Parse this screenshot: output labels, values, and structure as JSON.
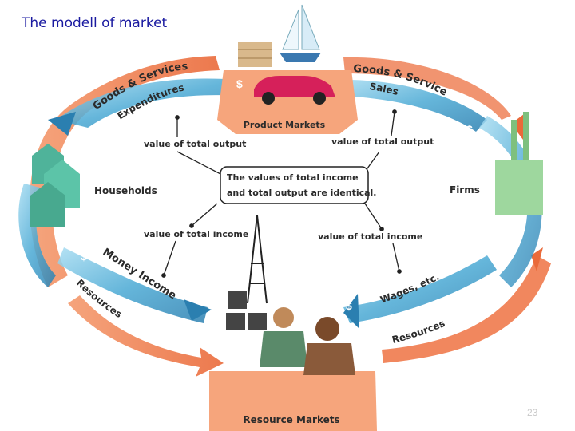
{
  "slide": {
    "title": "The modell of market",
    "page_number": "23"
  },
  "diagram": {
    "nodes": {
      "product_markets": "Product Markets",
      "resource_markets": "Resource Markets",
      "households": "Households",
      "firms": "Firms"
    },
    "center_note": {
      "line1": "The values of total income",
      "line2": "and total output are identical."
    },
    "links": {
      "output_left": "value of total output",
      "output_right": "value of total output",
      "income_left": "value of total income",
      "income_right": "value of total income"
    },
    "flows": {
      "goods_services_top_left": "Goods & Services",
      "expenditures": "Expenditures",
      "goods_services_top_right": "Goods & Services",
      "sales": "Sales",
      "money_income": "Money Income",
      "resources_left": "Resources",
      "wages": "Wages, etc.",
      "resources_right": "Resources",
      "dollar": "$"
    },
    "colors": {
      "outer_arrow": "#ef7a4c",
      "inner_arrow": "#3d9fc8",
      "market_box": "#f6a57c",
      "ellipse_bg": "#ffffff"
    }
  }
}
